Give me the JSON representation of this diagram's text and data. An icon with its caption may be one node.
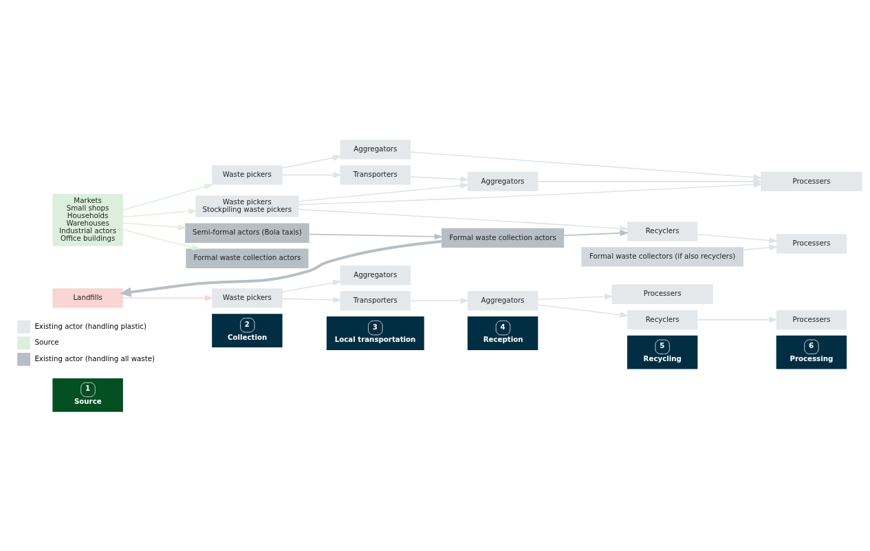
{
  "diagram": {
    "nodes": [
      {
        "text": [
          "1",
          "Source"
        ]
      },
      {
        "text": [
          "2",
          "Collection"
        ]
      },
      {
        "text": [
          "3",
          "Local transportation"
        ]
      },
      {
        "text": [
          "4",
          "Reception"
        ]
      },
      {
        "text": [
          "5",
          "Recycling"
        ]
      },
      {
        "text": [
          "6",
          "Processing"
        ]
      },
      {
        "text": [
          "Markets",
          "Small shops",
          "Households",
          "Warehouses",
          "Industrial actors",
          "Office buildings"
        ]
      },
      {
        "text": [
          "Waste pickers"
        ]
      },
      {
        "text": [
          "Aggregators"
        ]
      },
      {
        "text": [
          "Transporters"
        ]
      },
      {
        "text": [
          "Aggregators"
        ]
      },
      {
        "text": [
          "Processers"
        ]
      },
      {
        "text": [
          "Waste pickers",
          "Stockpiling waste pickers"
        ]
      },
      {
        "text": [
          "Semi-formal actors (Bola taxis)"
        ]
      },
      {
        "text": [
          "Formal waste collection actors"
        ]
      },
      {
        "text": [
          "Formal waste collection actors"
        ]
      },
      {
        "text": [
          "Recyclers"
        ]
      },
      {
        "text": [
          "Formal waste collectors (if also recyclers)"
        ]
      },
      {
        "text": [
          "Processers"
        ]
      },
      {
        "text": [
          "Landfills"
        ]
      },
      {
        "text": [
          "Waste pickers"
        ]
      },
      {
        "text": [
          "Aggregators"
        ]
      },
      {
        "text": [
          "Transporters"
        ]
      },
      {
        "text": [
          "Aggregators"
        ]
      },
      {
        "text": [
          "Processers"
        ]
      },
      {
        "text": [
          "Recyclers"
        ]
      },
      {
        "text": [
          "Processers"
        ]
      }
    ],
    "edges": [
      {
        "from": 6,
        "to": 7,
        "arrow": "to",
        "color": "#dcefdc"
      },
      {
        "from": 6,
        "to": 12,
        "arrow": "to",
        "color": "#dcefdc"
      },
      {
        "from": 6,
        "to": 13,
        "arrow": "to",
        "color": "#dcefdc"
      },
      {
        "from": 6,
        "to": 14,
        "arrow": "to",
        "color": "#dcefdc"
      },
      {
        "from": 7,
        "to": 8,
        "arrow": "to"
      },
      {
        "from": 7,
        "to": 9,
        "arrow": "to"
      },
      {
        "from": 9,
        "to": 10,
        "arrow": "to"
      },
      {
        "from": 12,
        "to": 10,
        "arrow": "to"
      },
      {
        "from": 8,
        "to": 11,
        "arrow": "to"
      },
      {
        "from": 10,
        "to": 11,
        "arrow": "to"
      },
      {
        "from": 12,
        "to": 11,
        "arrow": "to"
      },
      {
        "from": 12,
        "to": 16,
        "arrow": "to"
      },
      {
        "from": 13,
        "to": 15,
        "arrow": "to",
        "color": "#b8bec5"
      },
      {
        "from": 15,
        "to": 16,
        "arrow": "to",
        "color": "#b8bec5"
      },
      {
        "from": 16,
        "to": 18,
        "arrow": "to"
      },
      {
        "from": 17,
        "to": 18,
        "arrow": "to"
      },
      {
        "from": 15,
        "to": 19,
        "arrow": "to",
        "style": "thick",
        "color": "#b8bec5"
      },
      {
        "from": 19,
        "to": 20,
        "arrow": "to",
        "color": "#f9d5d3"
      },
      {
        "from": 20,
        "to": 21,
        "arrow": "to"
      },
      {
        "from": 20,
        "to": 22,
        "arrow": "to"
      },
      {
        "from": 22,
        "to": 23,
        "arrow": "to"
      },
      {
        "from": 23,
        "to": 24,
        "arrow": "to"
      },
      {
        "from": 23,
        "to": 25,
        "arrow": "to"
      },
      {
        "from": 25,
        "to": 26,
        "arrow": "to"
      }
    ],
    "legend": [
      {
        "text": "Existing actor (handling plastic)",
        "color": "#e5e8eb"
      },
      {
        "text": "Source",
        "color": "#dcefdc"
      },
      {
        "text": "Existing actor (handling all waste)",
        "color": "#b8bec5"
      }
    ]
  }
}
